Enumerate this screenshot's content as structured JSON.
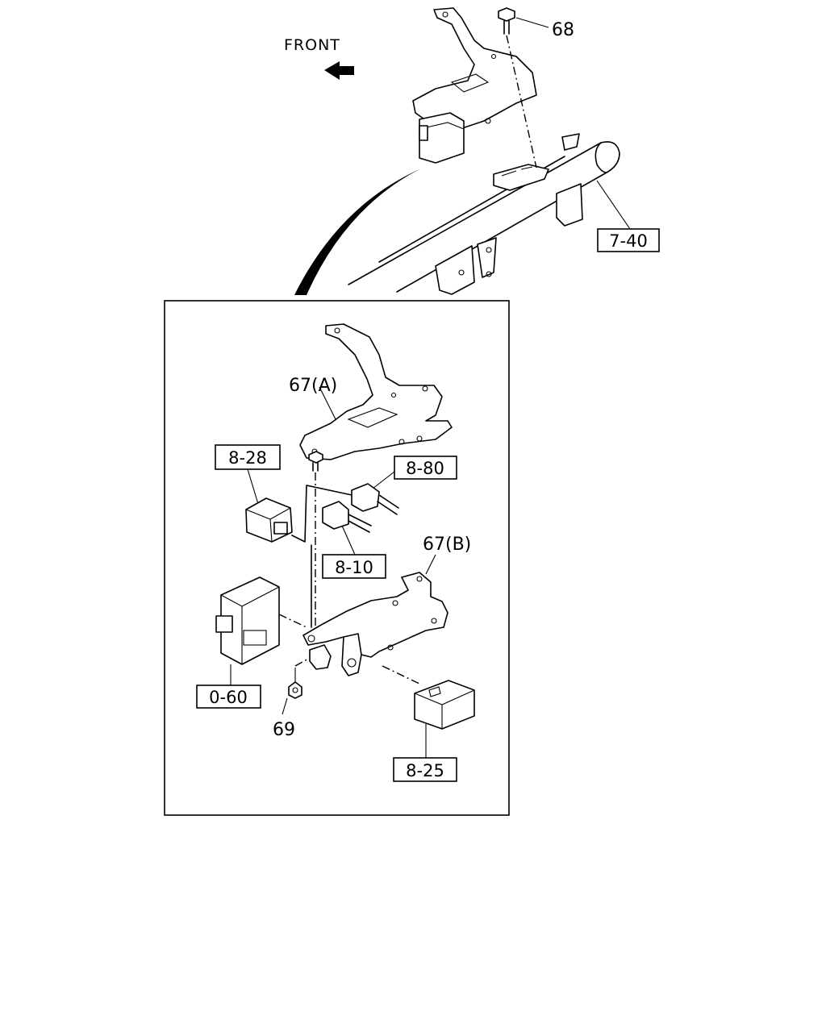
{
  "direction": {
    "label": "FRONT"
  },
  "callouts": {
    "bolt_top": "68",
    "crossmember": "7-40",
    "bracket_a": "67(A)",
    "relay_left": "8-28",
    "connector_upper": "8-80",
    "connector_lower": "8-10",
    "bracket_b": "67(B)",
    "control_unit": "0-60",
    "nut": "69",
    "relay_right": "8-25"
  }
}
